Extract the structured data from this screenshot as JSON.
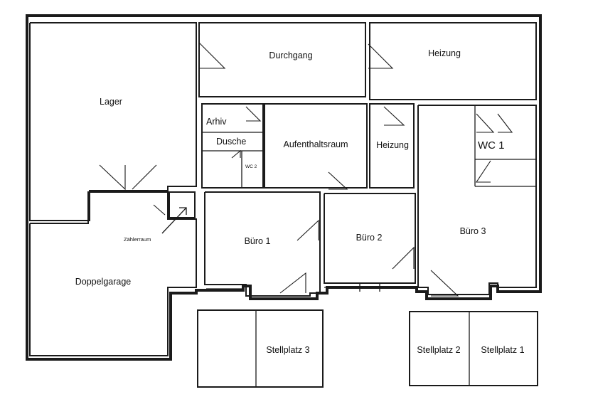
{
  "rooms": {
    "lager": "Lager",
    "durchgang": "Durchgang",
    "heizung_top": "Heizung",
    "arhiv": "Arhiv",
    "dusche": "Dusche",
    "wc2": "WC 2",
    "aufenthaltsraum": "Aufenthaltsraum",
    "heizung_mid": "Heizung",
    "wc1": "WC 1",
    "zaehlerraum": "Zählerraum",
    "doppelgarage": "Doppelgarage",
    "buero1": "Büro 1",
    "buero2": "Büro 2",
    "buero3": "Büro 3"
  },
  "parking": {
    "stellplatz3": "Stellplatz 3",
    "stellplatz2": "Stellplatz 2",
    "stellplatz1": "Stellplatz 1"
  }
}
